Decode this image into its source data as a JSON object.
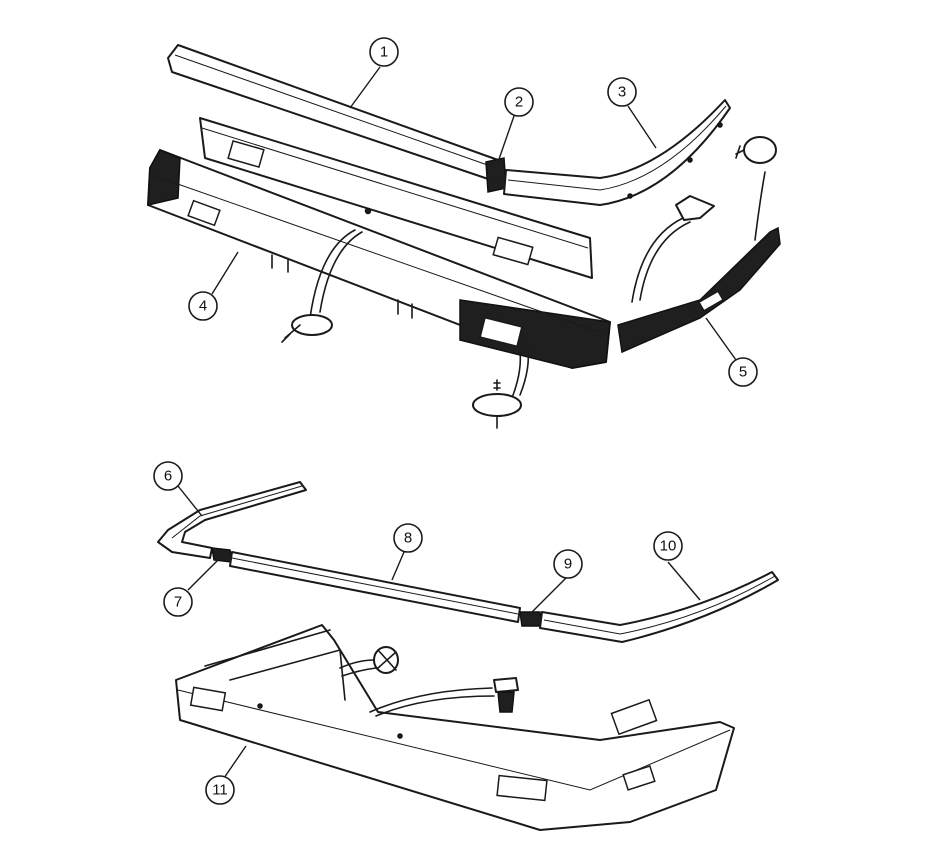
{
  "callouts": [
    {
      "id": "c1",
      "label": "1"
    },
    {
      "id": "c2",
      "label": "2"
    },
    {
      "id": "c3",
      "label": "3"
    },
    {
      "id": "c4",
      "label": "4"
    },
    {
      "id": "c5",
      "label": "5"
    },
    {
      "id": "c6",
      "label": "6"
    },
    {
      "id": "c7",
      "label": "7"
    },
    {
      "id": "c8",
      "label": "8"
    },
    {
      "id": "c9",
      "label": "9"
    },
    {
      "id": "c10",
      "label": "10"
    },
    {
      "id": "c11",
      "label": "11"
    }
  ],
  "colors": {
    "line": "#1a1a1a",
    "background": "#ffffff",
    "rubber": "#1f1f1f"
  }
}
